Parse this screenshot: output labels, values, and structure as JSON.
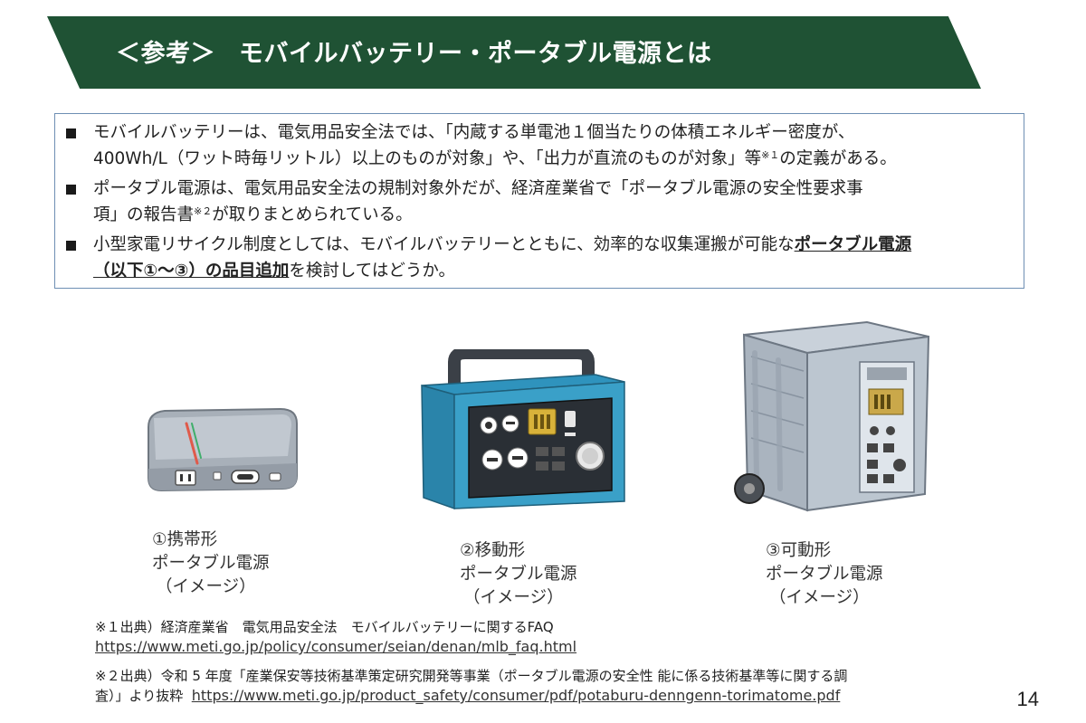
{
  "header": {
    "tag": "＜参考＞",
    "title": "モバイルバッテリー・ポータブル電源とは"
  },
  "bullets": [
    {
      "line1": "モバイルバッテリーは、電気用品安全法では、「内蔵する単電池１個当たりの体積エネルギー密度が、",
      "line2a": "400Wh/L（ワット時毎リットル）以上のものが対象」や、「出力が直流のものが対象」等",
      "sup": "※１",
      "line2b": "の定義がある。"
    },
    {
      "line1": "ポータブル電源は、電気用品安全法の規制対象外だが、経済産業省で「ポータブル電源の安全性要求事",
      "line2a": "項」の報告書",
      "sup": "※２",
      "line2b": "が取りまとめられている。"
    },
    {
      "line1a": "小型家電リサイクル制度としては、モバイルバッテリーとともに、効率的な収集運搬が可能な",
      "line1em": "ポータブル電源",
      "line2em": "（以下①～③）の品目追加",
      "line2b": "を検討してはどうか。"
    }
  ],
  "products": [
    {
      "line1": "①携帯形",
      "line2": "ポータブル電源",
      "line3": "（イメージ）"
    },
    {
      "line1": "②移動形",
      "line2": "ポータブル電源",
      "line3": "（イメージ）"
    },
    {
      "line1": "③可動形",
      "line2": "ポータブル電源",
      "line3": "（イメージ）"
    }
  ],
  "footnotes": {
    "note1_text": "※１出典）経済産業省　電気用品安全法　モバイルバッテリーに関するFAQ",
    "note1_url": "https://www.meti.go.jp/policy/consumer/seian/denan/mlb_faq.html",
    "note2_text1": "※２出典）令和 5 年度「産業保安等技術基準策定研究開発等事業（ポータブル電源の安全性 能に係る技術基準等に関する調",
    "note2_text2": "査）」より抜粋",
    "note2_url": "https://www.meti.go.jp/product_safety/consumer/pdf/potaburu-denngenn-torimatome.pdf"
  },
  "page_number": "14",
  "colors": {
    "banner": "#1f5234",
    "box_border": "#6e8fb3",
    "device_blue": "#3aa0c8",
    "device_gray": "#b9c2cc"
  }
}
